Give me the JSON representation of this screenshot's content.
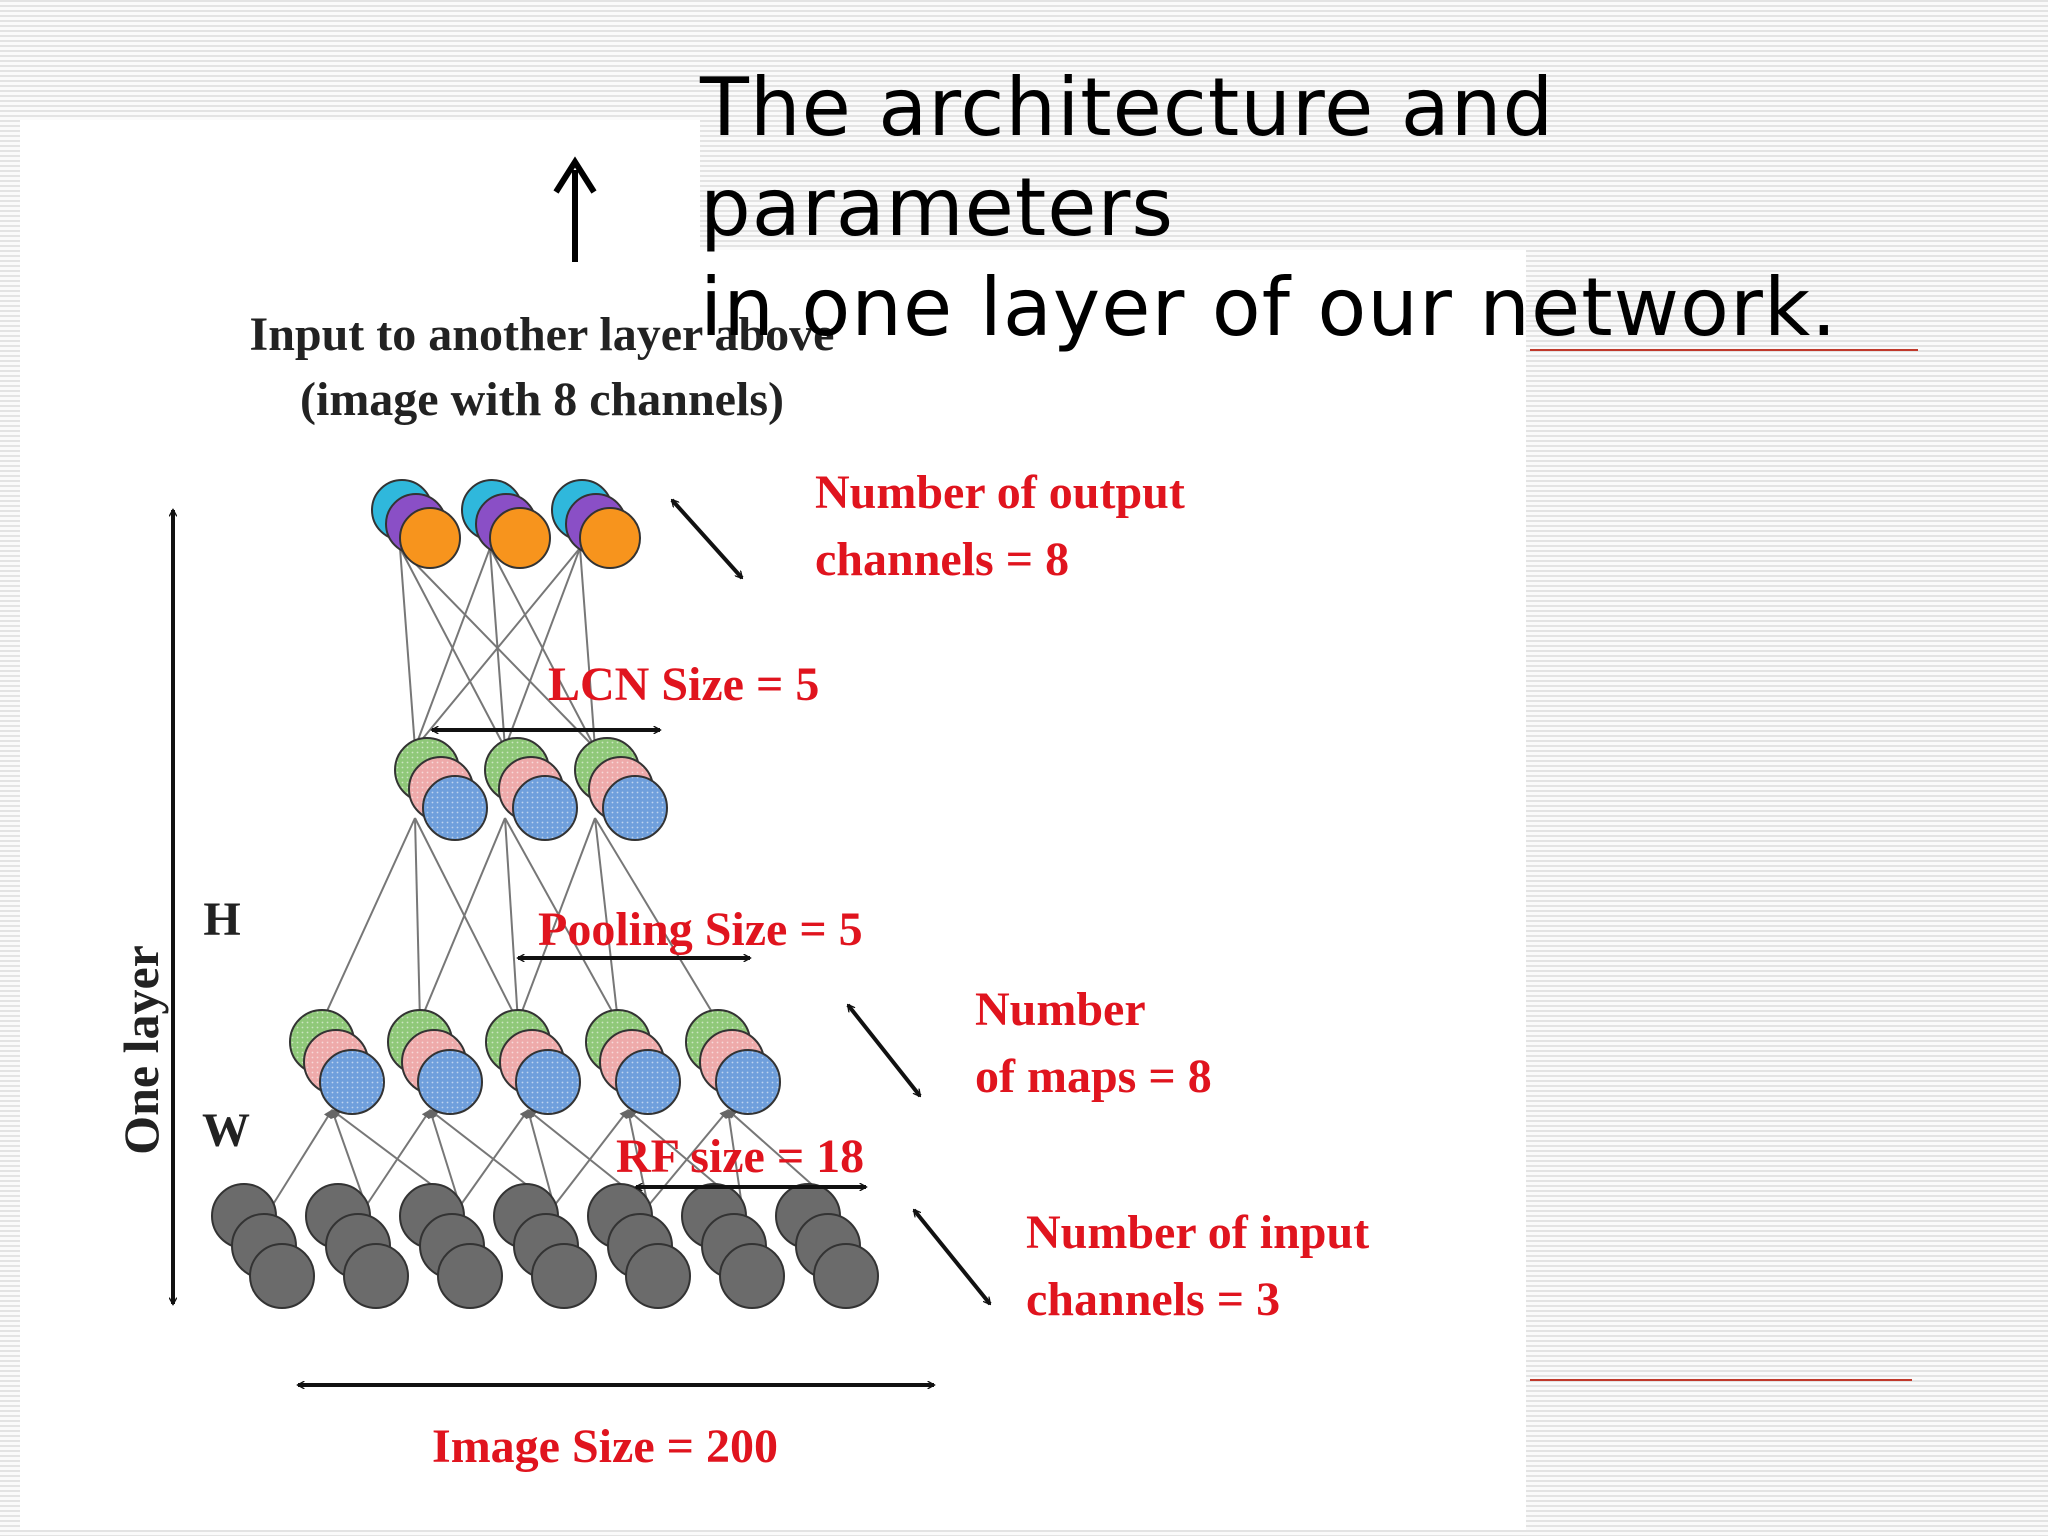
{
  "title": {
    "line1": "The architecture and parameters",
    "line2": "in one layer of our network."
  },
  "diagram": {
    "input_above_line1": "Input to another layer above",
    "input_above_line2": "(image with 8 channels)",
    "output_channels_line1": "Number  of output",
    "output_channels_line2": "channels = 8",
    "lcn_size": "LCN Size = 5",
    "pooling_size": "Pooling Size = 5",
    "maps_line1": "Number",
    "maps_line2": "of maps = 8",
    "rf_size": "RF size = 18",
    "input_channels_line1": "Number  of input",
    "input_channels_line2": "channels = 3",
    "image_size": "Image Size = 200",
    "one_layer": "One layer",
    "h_label": "H",
    "w_label": "W"
  },
  "colors": {
    "red_label": "#e0141e",
    "accent_line": "#c0392b",
    "node_cyan": "#2fb8dc",
    "node_purple": "#8a4fc6",
    "node_orange": "#f7941d",
    "node_green": "#8fc879",
    "node_pink": "#eeaaaa",
    "node_blue": "#6f9fdc",
    "node_gray": "#6b6b6b"
  }
}
